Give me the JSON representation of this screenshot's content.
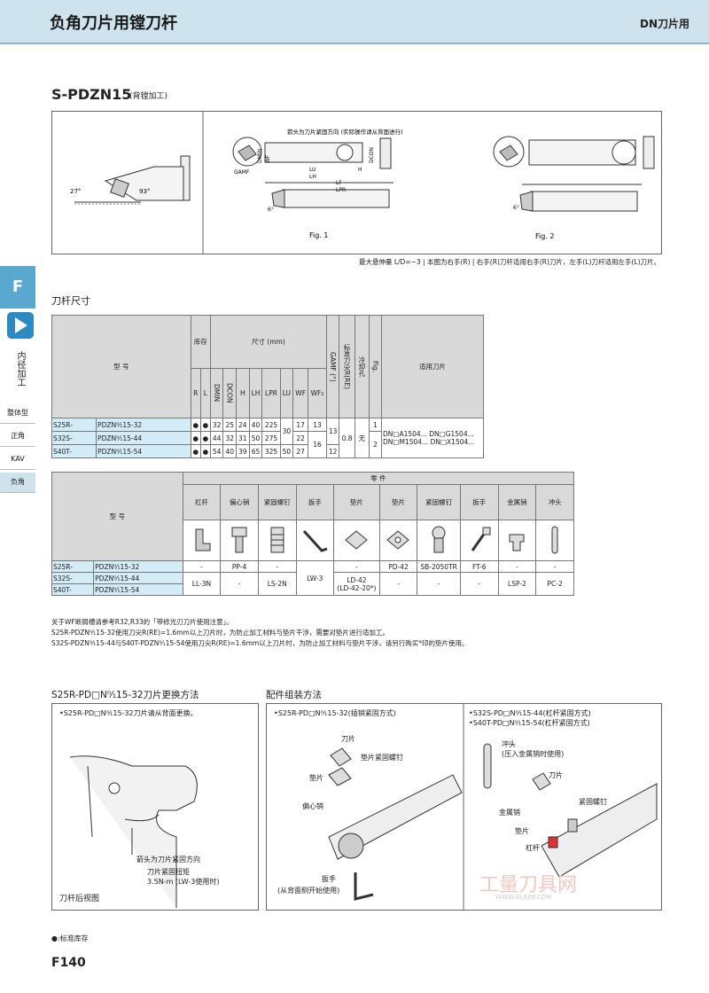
{
  "header": {
    "title": "负角刀片用镗刀杆",
    "category": "DN刀片用"
  },
  "model": {
    "code": "S-PDZN15",
    "sub": "(背镗加工)"
  },
  "side": {
    "letter": "F",
    "vertical": "内径加工",
    "links": [
      "整体型",
      "正角",
      "KAV",
      "负角"
    ]
  },
  "figure": {
    "angle1": "27°",
    "angle2": "93°",
    "angle3": "6°",
    "angle4": "6°",
    "arrow_note": "箭头为刀片紧固方向\n(实际操作请从背面进行)",
    "labels": [
      "DMIN",
      "WF",
      "GAMF",
      "LU",
      "LH",
      "LF",
      "LPR",
      "H",
      "DCON"
    ],
    "fig1": "Fig. 1",
    "fig2": "Fig. 2"
  },
  "overhang_note": "最大悬伸量 L/D=~3 | 本图为右手(R) | 右手(R)刀杆适用右手(R)刀片，左手(L)刀杆适用左手(L)刀片。",
  "dim_section": "刀杆尺寸",
  "dim_table": {
    "h_model": "型 号",
    "h_stock": "库存",
    "h_size": "尺寸 (mm)",
    "h_gamf": "GAMF (°)",
    "h_re": "标准刀尖R(RE)",
    "h_cool": "冷却孔",
    "h_fig": "Fig.",
    "h_insert": "适用刀片",
    "cols": [
      "R",
      "L",
      "DMIN",
      "DCON",
      "H",
      "LH",
      "LPR",
      "LU",
      "WF",
      "WF₂"
    ],
    "rows": [
      {
        "a": "S25R-",
        "b": "PDZN⁰⁄₁15-32",
        "r": "●",
        "l": "●",
        "v": [
          "32",
          "25",
          "24",
          "40",
          "225"
        ],
        "wf": "17",
        "wf2": "13"
      },
      {
        "a": "S32S-",
        "b": "PDZN⁰⁄₁15-44",
        "r": "●",
        "l": "●",
        "v": [
          "44",
          "32",
          "31",
          "50",
          "275"
        ],
        "wf": "22",
        "wf2": ""
      },
      {
        "a": "S40T-",
        "b": "PDZN⁰⁄₁15-54",
        "r": "●",
        "l": "●",
        "v": [
          "54",
          "40",
          "39",
          "65",
          "325"
        ],
        "wf": "50",
        "wf2": "27"
      }
    ],
    "lu_merged": "30",
    "gamf_13": "13",
    "gamf_12": "12",
    "wf2_16": "16",
    "re": "0.8",
    "cool": "无",
    "fig1": "1",
    "fig2": "2",
    "insert1": "DN□A1504... DN□G1504...",
    "insert2": "DN□M1504... DN□X1504..."
  },
  "parts_table": {
    "h_model": "型 号",
    "h_parts": "零 件",
    "cols": [
      "杠杆",
      "偏心销",
      "紧固螺钉",
      "扳手",
      "垫片",
      "垫片",
      "紧固螺钉",
      "扳手",
      "金属销",
      "冲头"
    ],
    "rows": [
      {
        "a": "S25R-",
        "b": "PDZN⁰⁄₁15-32",
        "v": [
          "-",
          "PP-4",
          "-",
          "",
          "",
          "PD-42",
          "SB-2050TR",
          "FT-6",
          "-",
          "-"
        ]
      },
      {
        "a": "S32S-",
        "b": "PDZN⁰⁄₁15-44",
        "v": [
          "LL-3N",
          "-",
          "LS-2N",
          "",
          "",
          "-",
          "-",
          "-",
          "LSP-2",
          "PC-2"
        ]
      },
      {
        "a": "S40T-",
        "b": "PDZN⁰⁄₁15-54",
        "v": []
      }
    ],
    "lw3": "LW-3",
    "ld42": "LD-42",
    "ld42b": "(LD-42-20*)"
  },
  "notes": [
    "关于WF断屑槽请参考R32,R33的「带修光刃刀片使用注意」。",
    "S25R-PDZN⁰⁄₁15-32使用刀尖R(RE)=1.6mm以上刀片时，为防止加工材料与垫片干涉，需要对垫片进行适加工。",
    "S32S-PDZN⁰⁄₁15-44与S40T-PDZN⁰⁄₁15-54使用刀尖R(RE)=1.6mm以上刀片时，为防止加工材料与垫片干涉，请另行购买*印的垫片使用。"
  ],
  "change": {
    "title": "S25R-PD□N⁰⁄₁15-32刀片更换方法",
    "sub": "•S25R-PD□N⁰⁄₁15-32刀片请从背面更换。",
    "arrow": "箭头为刀片紧固方向",
    "torque": "刀片紧固扭矩\n3.5N-m (LW-3使用时)",
    "caption": "刀杆后视图"
  },
  "assembly": {
    "title": "配件组装方法",
    "sub1": "•S25R-PD□N⁰⁄₁15-32(插销紧固方式)",
    "labels1": [
      "刀片",
      "垫片紧固螺钉",
      "垫片",
      "偏心销",
      "扳手",
      "(从背面侧开始使用)"
    ],
    "sub2a": "•S32S-PD□N⁰⁄₁15-44(杠杆紧固方式)",
    "sub2b": "•S40T-PD□N⁰⁄₁15-54(杠杆紧固方式)",
    "labels2": [
      "冲头",
      "(压入金属销时使用)",
      "刀片",
      "紧固螺钉",
      "金属销",
      "垫片",
      "杠杆"
    ],
    "watermark": "工量刀具网",
    "watermark_url": "WWW.GLRJW.COM"
  },
  "legend": "●:标准库存",
  "page": "F140"
}
